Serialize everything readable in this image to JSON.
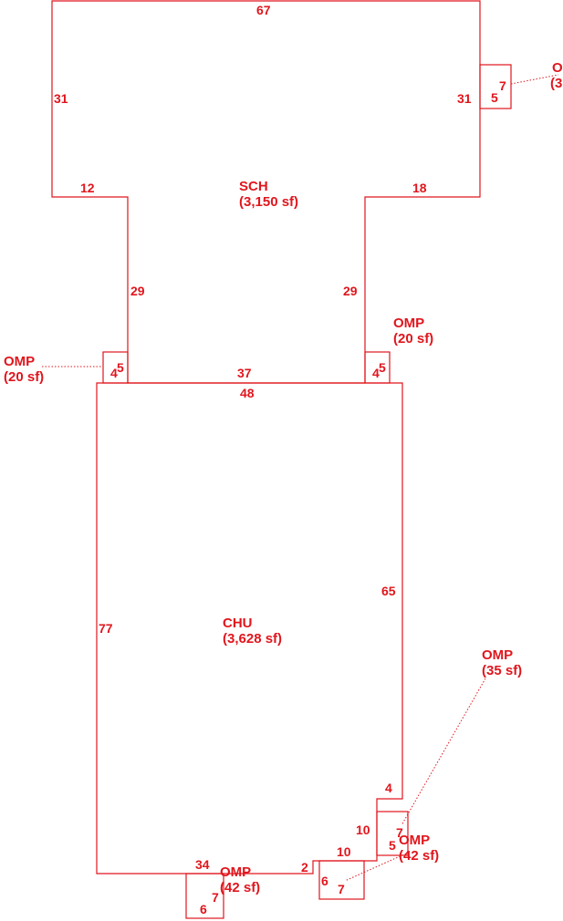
{
  "colors": {
    "line": "#e0161d",
    "background": "#ffffff"
  },
  "areas": {
    "sch": {
      "code": "SCH",
      "area": "(3,150 sf)"
    },
    "chu": {
      "code": "CHU",
      "area": "(3,628 sf)"
    },
    "omp_top_right": {
      "code": "O",
      "area": "(3"
    },
    "omp_left": {
      "code": "OMP",
      "area": "(20 sf)"
    },
    "omp_mid_right": {
      "code": "OMP",
      "area": "(20 sf)"
    },
    "omp_right_lower": {
      "code": "OMP",
      "area": "(35 sf)"
    },
    "omp_bottom_right": {
      "code": "OMP",
      "area": "(42 sf)"
    },
    "omp_bottom_left": {
      "code": "OMP",
      "area": "(42 sf)"
    }
  },
  "dimensions": {
    "sch_top": "67",
    "sch_left_upper": "31",
    "sch_right_upper": "31",
    "sch_left_step": "12",
    "sch_right_step": "18",
    "sch_left_neck": "29",
    "sch_right_neck": "29",
    "sch_bottom": "37",
    "chu_top": "48",
    "chu_left": "77",
    "chu_right": "65",
    "chu_notch_top": "4",
    "chu_notch_side": "10",
    "chu_bottom_right": "10",
    "chu_bottom_step": "2",
    "chu_bottom_left": "34",
    "omp_tr_w": "7",
    "omp_tr_h": "5",
    "omp_left_h": "5",
    "omp_left_w": "4",
    "omp_mid_h": "5",
    "omp_mid_w": "4",
    "omp_rl_w": "7",
    "omp_rl_h": "5",
    "omp_br_h": "6",
    "omp_br_w": "7",
    "omp_bl_h": "7",
    "omp_bl_w": "6"
  }
}
